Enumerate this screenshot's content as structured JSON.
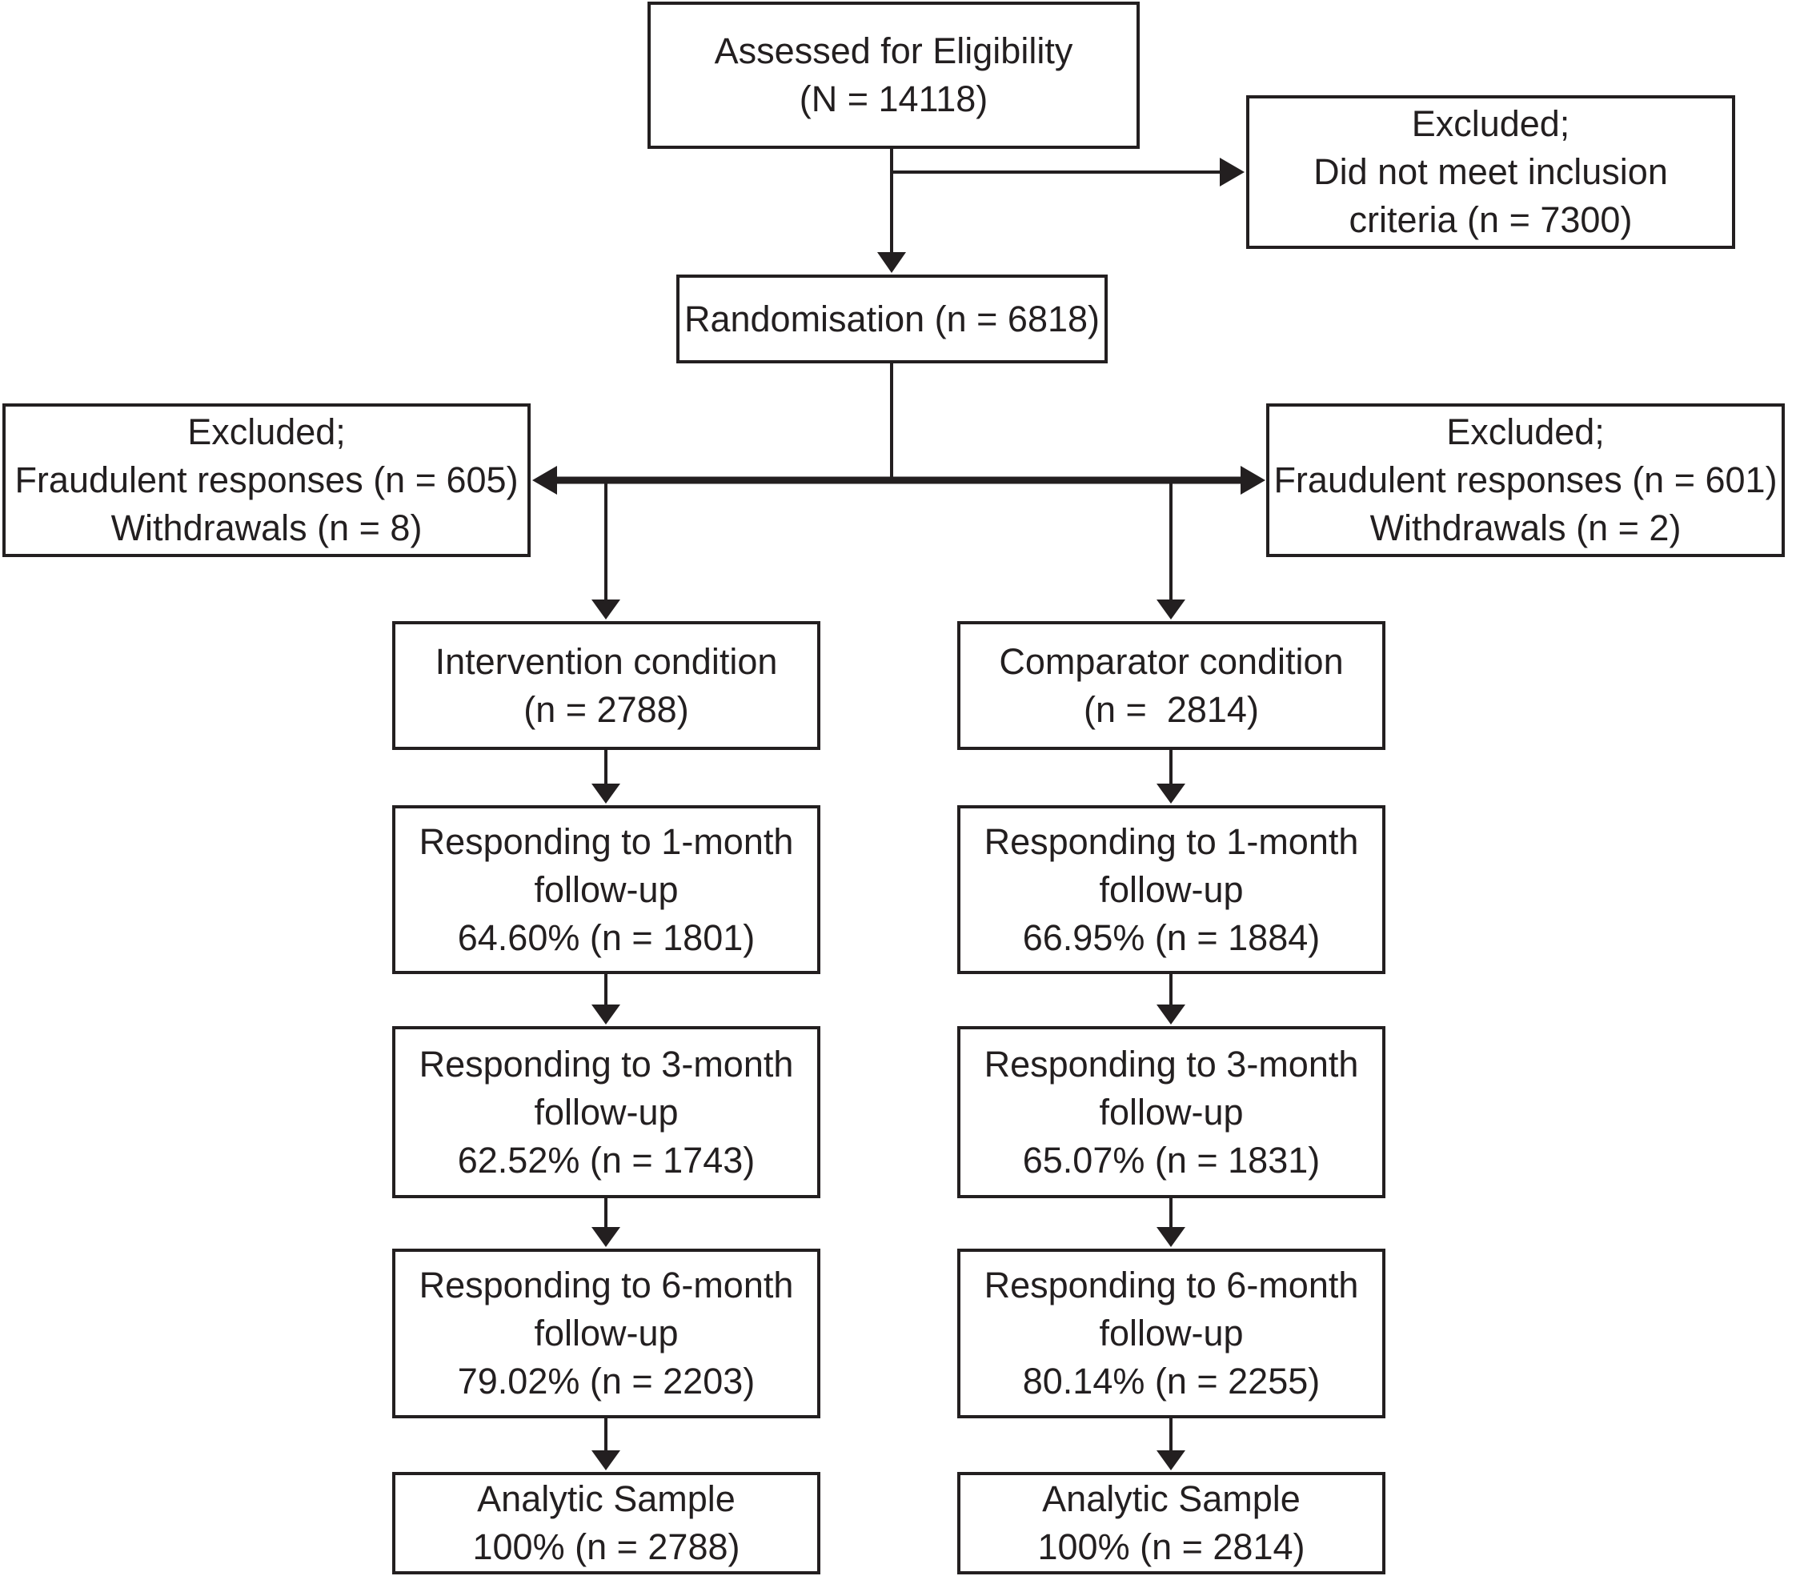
{
  "figure": {
    "colors": {
      "ink": "#231f20",
      "background": "#ffffff"
    },
    "boxes": {
      "assessed": {
        "lines": [
          "Assessed for Eligibility",
          "(N = 14118)"
        ]
      },
      "excluded_top": {
        "lines": [
          "Excluded;",
          "Did not meet inclusion",
          "criteria (n = 7300)"
        ]
      },
      "randomisation": {
        "lines": [
          "Randomisation (n = 6818)"
        ]
      },
      "excluded_left": {
        "lines": [
          "Excluded;",
          "Fraudulent responses (n = 605)",
          "Withdrawals (n = 8)"
        ]
      },
      "excluded_right": {
        "lines": [
          "Excluded;",
          "Fraudulent responses (n = 601)",
          "Withdrawals (n = 2)"
        ]
      },
      "intervention": {
        "lines": [
          "Intervention condition",
          "(n = 2788)"
        ]
      },
      "comparator": {
        "lines": [
          "Comparator condition",
          "(n =  2814)"
        ]
      },
      "intervention_1m": {
        "lines": [
          "Responding to 1-month",
          "follow-up",
          "64.60% (n = 1801)"
        ]
      },
      "comparator_1m": {
        "lines": [
          "Responding to 1-month",
          "follow-up",
          "66.95% (n = 1884)"
        ]
      },
      "intervention_3m": {
        "lines": [
          "Responding to 3-month",
          "follow-up",
          "62.52% (n = 1743)"
        ]
      },
      "comparator_3m": {
        "lines": [
          "Responding to 3-month",
          "follow-up",
          "65.07% (n = 1831)"
        ]
      },
      "intervention_6m": {
        "lines": [
          "Responding to 6-month",
          "follow-up",
          "79.02% (n = 2203)"
        ]
      },
      "comparator_6m": {
        "lines": [
          "Responding to 6-month",
          "follow-up",
          "80.14% (n = 2255)"
        ]
      },
      "intervention_analytic": {
        "lines": [
          "Analytic Sample",
          "100% (n = 2788)"
        ]
      },
      "comparator_analytic": {
        "lines": [
          "Analytic Sample",
          "100% (n = 2814)"
        ]
      }
    }
  }
}
